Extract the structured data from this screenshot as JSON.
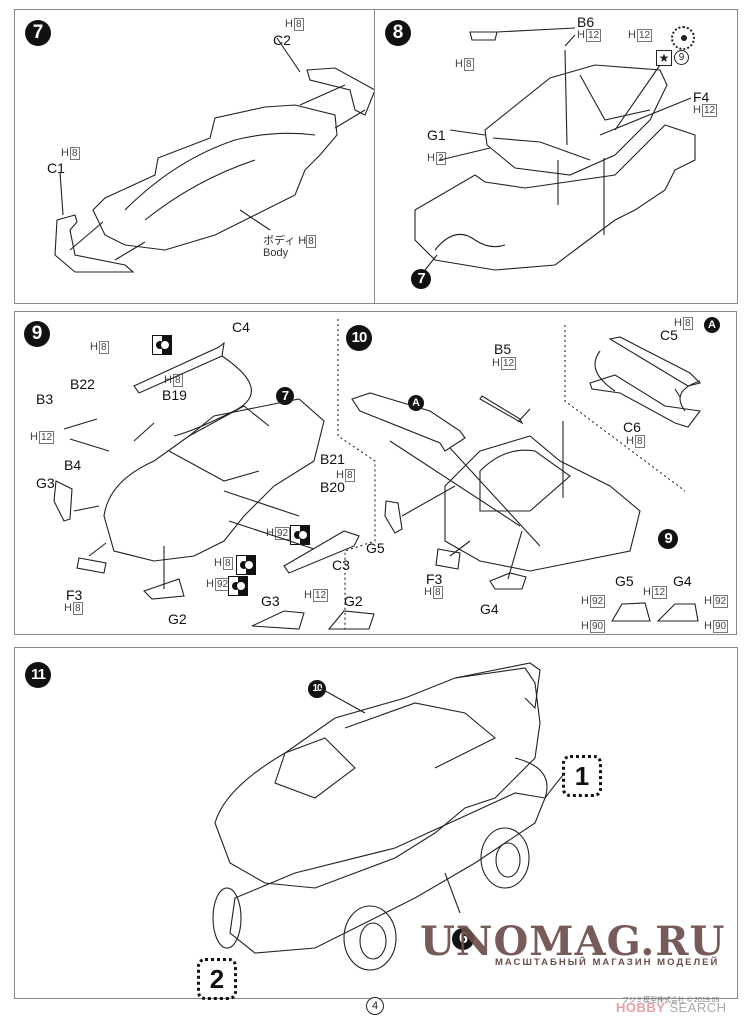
{
  "steps": {
    "s7": {
      "number": "7",
      "labels": {
        "c2": "C2",
        "c1": "C1",
        "body_jp": "ボディ",
        "body_en": "Body"
      },
      "paints": {
        "c2": "8",
        "c1": "8",
        "body": "8"
      }
    },
    "s8": {
      "number": "8",
      "labels": {
        "b6": "B6",
        "g1": "G1",
        "f4": "F4",
        "ref7": "7"
      },
      "paints": {
        "b6_top": "8",
        "b6": "12",
        "h12_top": "12",
        "f4": "12",
        "g1": "2"
      },
      "decal_ref": {
        "star": "★",
        "num": "9"
      }
    },
    "s9": {
      "number": "9",
      "labels": {
        "c4": "C4",
        "b22": "B22",
        "b19": "B19",
        "b3": "B3",
        "b4": "B4",
        "g3": "G3",
        "f3": "F3",
        "g2": "G2",
        "b21": "B21",
        "b20": "B20",
        "c3": "C3",
        "ref7": "7",
        "g3b": "G3",
        "g2b": "G2"
      },
      "paints": {
        "b22": "8",
        "b19": "8",
        "b3b4": "12",
        "f3": "8",
        "b20": "8",
        "side": "92",
        "lamp1": "8",
        "lamp2": "92",
        "g3g2": "12"
      }
    },
    "s10": {
      "number": "10",
      "labels": {
        "b5": "B5",
        "a": "A",
        "g5": "G5",
        "f3": "F3",
        "g4": "G4",
        "c5": "C5",
        "c6": "C6",
        "ref9": "9",
        "g5b": "G5",
        "g4b": "G4"
      },
      "paints": {
        "b5": "12",
        "f3": "8",
        "c5": "8",
        "c6": "8",
        "g_center": "12",
        "g5_top": "92",
        "g5_bot": "90",
        "g4_top": "92",
        "g4_bot": "90"
      }
    },
    "s11": {
      "number": "11",
      "labels": {
        "ref10": "10",
        "ref1": "1",
        "ref2": "2",
        "ref6": "6"
      }
    }
  },
  "paint_prefix": "H",
  "watermark": {
    "main": "UNOMAG.RU",
    "sub": "МАСШТАБНЫЙ МАГАЗИН МОДЕЛЕЙ"
  },
  "footer": {
    "page": "4",
    "copyright": "フジミ模型株式会社 © 2019.05",
    "brand_a": "HOBBY",
    "brand_b": "SEARCH"
  }
}
